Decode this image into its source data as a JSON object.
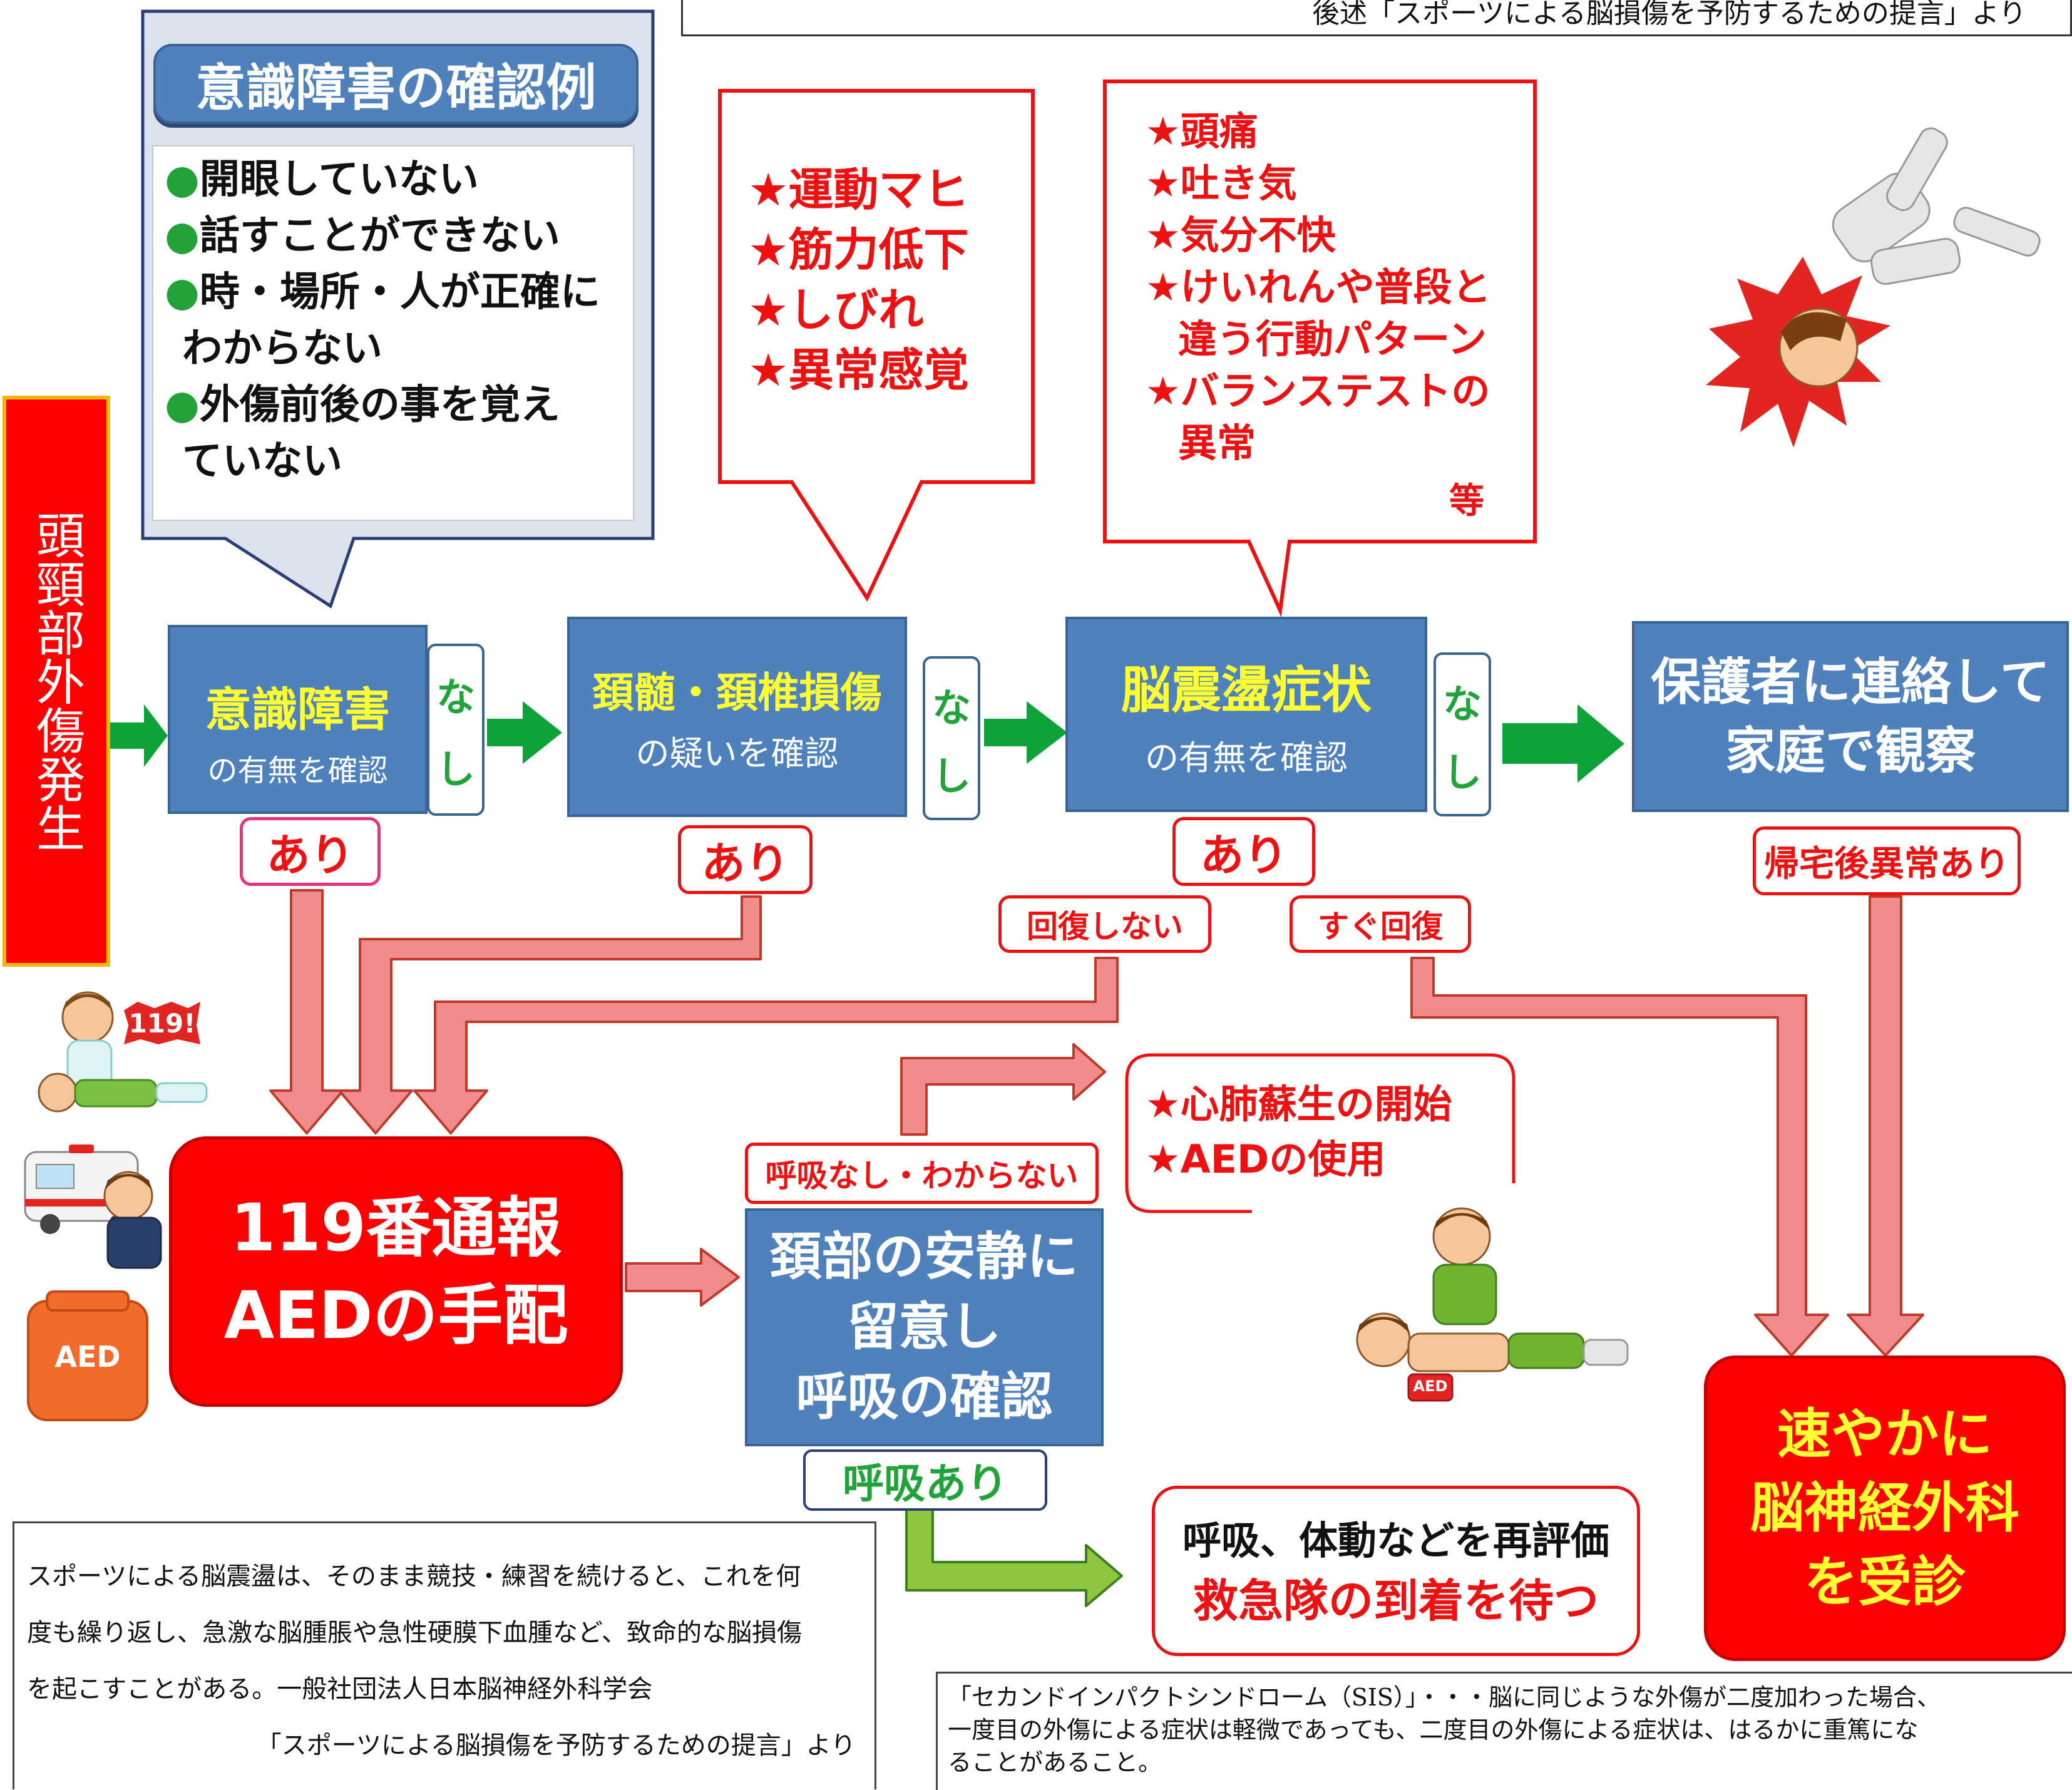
{
  "top_note": "後述「スポーツによる脳損傷を予防するための提言」より",
  "start_label": "頭頸部外傷発生",
  "consciousness_examples": {
    "title": "意識障害の確認例",
    "items": [
      "●開眼していない",
      "●話すことができない",
      "●時・場所・人が正確に",
      "わからない",
      "●外傷前後の事を覚え",
      "ていない"
    ]
  },
  "spinal_symptoms": [
    "★運動マヒ",
    "★筋力低下",
    "★しびれ",
    "★異常感覚"
  ],
  "concussion_symptoms": {
    "items": [
      "★頭痛",
      "★吐き気",
      "★気分不快",
      "★けいれんや普段と",
      "違う行動パターン",
      "★バランステストの",
      "異常"
    ],
    "etc": "等"
  },
  "steps": {
    "consciousness": {
      "title": "意識障害",
      "sub": "の有無を確認"
    },
    "spine": {
      "title": "頚髄・頚椎損傷",
      "sub": "の疑いを確認"
    },
    "concussion": {
      "title": "脳震盪症状",
      "sub": "の有無を確認"
    },
    "home": {
      "line1": "保護者に連絡して",
      "line2": "家庭で観察"
    }
  },
  "nashi_chars": [
    "な",
    "し"
  ],
  "ari_label": "あり",
  "no_recovery": "回復しない",
  "quick_recovery": "すぐ回復",
  "after_home_abnormal": "帰宅後異常あり",
  "emergency": {
    "line1": "119番通報",
    "line2": "AEDの手配"
  },
  "breathing_check": {
    "line1": "頚部の安静に",
    "line2": "留意し",
    "line3": "呼吸の確認"
  },
  "no_breathing": "呼吸なし・わからない",
  "cpr": [
    "★心肺蘇生の開始",
    "★AEDの使用"
  ],
  "breathing_yes": "呼吸あり",
  "reassess": {
    "line1": "呼吸、体動などを再評価",
    "line2": "救急隊の到着を待つ"
  },
  "neuro": {
    "line1": "速やかに",
    "line2": "脳神経外科",
    "line3": "を受診"
  },
  "note_left": [
    "スポーツによる脳震盪は、そのまま競技・練習を続けると、これを何",
    "度も繰り返し、急激な脳腫脹や急性硬膜下血腫など、致命的な脳損傷",
    "を起こすことがある。一般社団法人日本脳神経外科学会",
    "「スポーツによる脳損傷を予防するための提言」より"
  ],
  "note_right": [
    "「セカンドインパクトシンドローム（SIS）」・・・脳に同じような外傷が二度加わった場合、",
    "一度目の外傷による症状は軽微であっても、二度目の外傷による症状は、はるかに重篤にな",
    "ることがあること。"
  ],
  "illustrations": {
    "phone_badge": "119!",
    "aed_case": "AED",
    "aed_pad": "AED"
  },
  "colors": {
    "step_blue": "#4f81bd",
    "alert_red": "#ee1111",
    "yellow_text": "#ffff33",
    "green_arrow": "#10a23a",
    "pink_arrow": "#f08c8c",
    "light_green_arrow": "#8dc63f"
  }
}
